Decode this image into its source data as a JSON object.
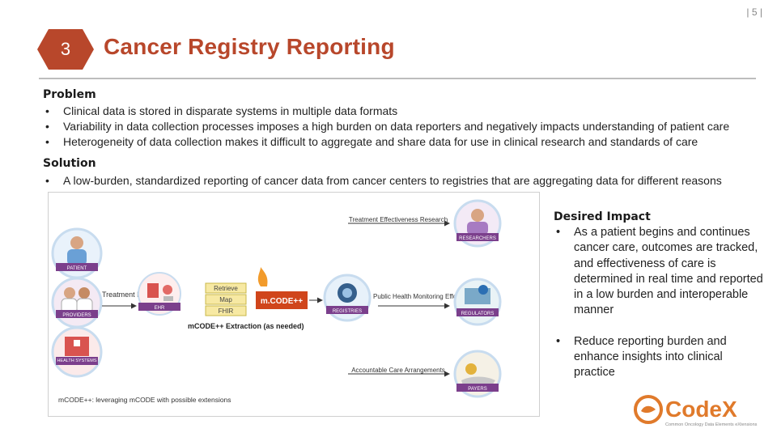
{
  "slide": {
    "page_number": "| 5 |",
    "section_number": "3",
    "title": "Cancer Registry Reporting"
  },
  "problem": {
    "heading": "Problem",
    "bullets": [
      "Clinical data is stored in disparate systems in multiple data formats",
      "Variability in data collection processes imposes a high burden on data reporters and negatively impacts understanding of patient care",
      "Heterogeneity of data collection makes it difficult to aggregate and share data for use in clinical research and standards of care"
    ]
  },
  "solution": {
    "heading": "Solution",
    "bullets": [
      "A low-burden, standardized reporting of cancer data from cancer centers to registries that are aggregating data for different reasons"
    ]
  },
  "figure": {
    "left_nodes": [
      "PATIENT",
      "PROVIDERS",
      "HEALTH SYSTEMS"
    ],
    "treatment_data": "Treatment Data",
    "ehr": "EHR",
    "process_steps": [
      "Retrieve",
      "Map",
      "FHIR"
    ],
    "mcode_badge": "m.CODE++",
    "extraction_label": "mCODE++ Extraction (as needed)",
    "registries": "REGISTRIES",
    "outputs": [
      {
        "label": "Treatment Effectiveness Research",
        "node": "RESEARCHERS"
      },
      {
        "label": "Public Health Monitoring Efforts",
        "node": "REGULATORS"
      },
      {
        "label": "Accountable Care Arrangements",
        "node": "PAYERS"
      }
    ],
    "caption": "mCODE++: leveraging mCODE with possible extensions"
  },
  "impact": {
    "heading": "Desired Impact",
    "bullets": [
      "As a patient begins and continues cancer care, outcomes are tracked, and effectiveness of care is determined in real time and reported in a low burden and interoperable manner",
      "Reduce reporting burden and enhance insights into clinical practice"
    ]
  },
  "logo": {
    "name": "CodeX",
    "tagline": "Common Oncology Data Elements eXtensions"
  },
  "colors": {
    "accent": "#b8472b",
    "logo_orange": "#e07a2b",
    "node_border": "#c8dcef"
  }
}
